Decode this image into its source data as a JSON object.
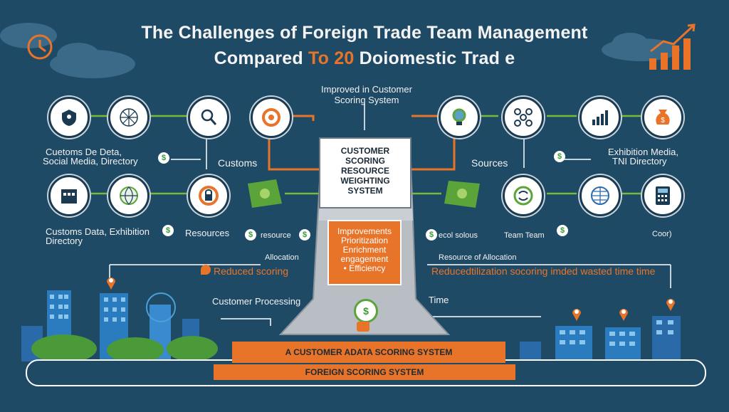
{
  "title": {
    "line1": "The Challenges of Foreign Trade Team Management",
    "line2_pre": "Compared ",
    "line2_highlight": "To 20",
    "line2_post": " Doiomestic Trad e"
  },
  "labels": {
    "improved": "Improved in Customer",
    "scoring_system": "Scoring System",
    "customs_de_data": "Cuetoms De Deta,",
    "social_media": "Social Media, Directory",
    "customs": "Customs",
    "sources": "Sources",
    "exhibition_media": "Exhibition Media,",
    "tni_directory": "TNI Directory",
    "customs_data_exhib": "Customs Data, Exhibition",
    "directory": "Directory",
    "resources": "Resources",
    "resource": "resource",
    "ecol_solous": "ecol solous",
    "team_team": "Team Team",
    "coor": "Coor)",
    "allocation_left": "Allocation",
    "allocation_right": "Resource of Allocation",
    "reduced_scoring": "Reduced scoring",
    "reduced_right": "Reducedtilization socoring imded wasted time time",
    "customer_processing": "Customer Processing",
    "time": "Time"
  },
  "center_box": {
    "line1": "CUSTOMER",
    "line2": "SCORING",
    "line3": "RESOURCE",
    "line4": "WEIGHTING",
    "line5": "SYSTEM"
  },
  "improve_box": {
    "line1": "Improvements",
    "line2": "Prioritization",
    "line3": "Enrichment",
    "line4": "engagement",
    "line5": "• Efficiency"
  },
  "base_label": "A CUSTOMER ADATA SCORING SYSTEM",
  "foundation_label": "FOREIGN SCORING SYSTEM",
  "colors": {
    "background": "#1f4a66",
    "accent_orange": "#e8742a",
    "accent_green": "#5aa43a",
    "white": "#ffffff"
  },
  "icons": [
    "lock-icon",
    "network-icon",
    "magnifier-icon",
    "target-icon",
    "bulb-icon",
    "nodes-icon",
    "bar-chart-icon",
    "dollar-bag-icon",
    "calendar-icon",
    "globe-icon",
    "lock-icon",
    "money-icon",
    "money-icon",
    "globe-icon",
    "globe-icon",
    "calculator-icon",
    "clock-icon",
    "growth-chart-icon",
    "buildings-icon",
    "location-pin-icon"
  ]
}
